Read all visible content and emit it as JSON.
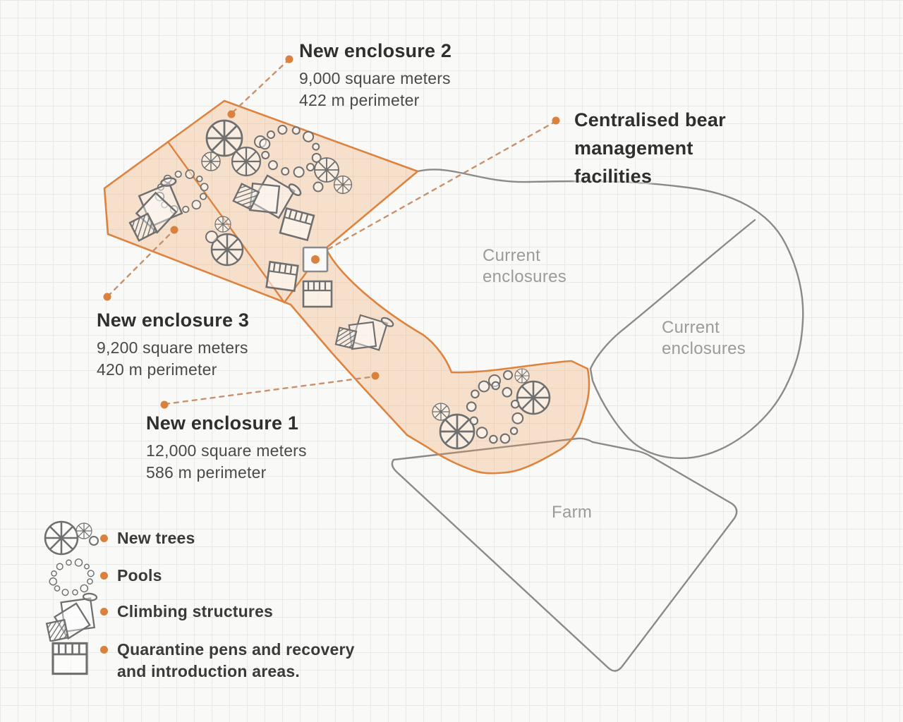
{
  "labels": {
    "enclosure2": {
      "title": "New enclosure 2",
      "area": "9,000 square meters",
      "perimeter": "422 m perimeter"
    },
    "facility": {
      "title": "Centralised bear management facilities"
    },
    "enclosure3": {
      "title": "New enclosure 3",
      "area": "9,200 square meters",
      "perimeter": "420 m perimeter"
    },
    "enclosure1": {
      "title": "New enclosure 1",
      "area": "12,000 square meters",
      "perimeter": "586 m perimeter"
    },
    "current1": {
      "text": "Current enclosures"
    },
    "current2": {
      "text": "Current enclosures"
    },
    "farm": {
      "text": "Farm"
    }
  },
  "legend": {
    "items": [
      {
        "icon": "tree-icon",
        "label": "New trees"
      },
      {
        "icon": "pool-icon",
        "label": "Pools"
      },
      {
        "icon": "climbing-structure-icon",
        "label": "Climbing structures"
      },
      {
        "icon": "quarantine-pen-icon",
        "label": "Quarantine pens and recovery and introduction areas."
      }
    ]
  },
  "colors": {
    "accent_orange": "#dd8340",
    "enclosure_fill": "#f8dfca",
    "leader_dash": "#c8906b",
    "dot_orange": "#d9813d",
    "gray_line": "#8a8a8a",
    "icon_gray": "#6f6f6f",
    "label_gray": "#9b9b9b",
    "text_dark": "#2f2f2f"
  }
}
